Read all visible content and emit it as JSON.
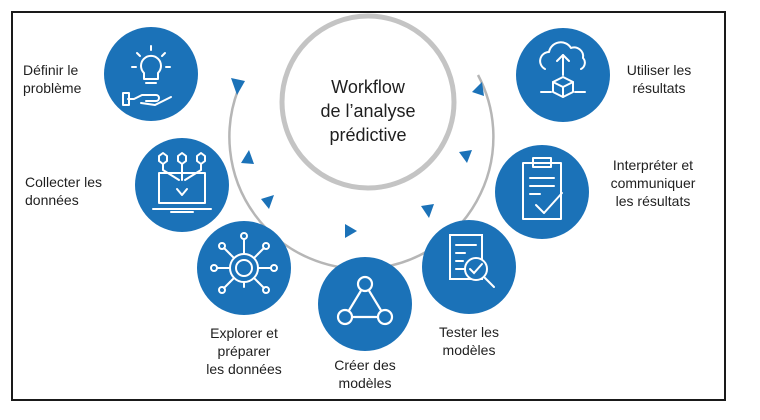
{
  "title": "Workflow\nde l’analyse\nprédictive",
  "colors": {
    "primary": "#1b72b8",
    "arc": "#b6b6b6",
    "frame": "#1a1a1a",
    "text": "#1f1f1f"
  },
  "steps": [
    {
      "label": "Définir le\nproblème",
      "icon": "lightbulb-hand-icon"
    },
    {
      "label": "Collecter les\ndonnées",
      "icon": "data-collection-icon"
    },
    {
      "label": "Explorer et\npréparer\nles données",
      "icon": "gear-network-icon"
    },
    {
      "label": "Créer des\nmodèles",
      "icon": "model-triangle-icon"
    },
    {
      "label": "Tester les\nmodèles",
      "icon": "document-magnifier-icon"
    },
    {
      "label": "Interpréter et\ncommuniquer\nles résultats",
      "icon": "clipboard-check-icon"
    },
    {
      "label": "Utiliser les\nrésultats",
      "icon": "cloud-upload-icon"
    }
  ]
}
